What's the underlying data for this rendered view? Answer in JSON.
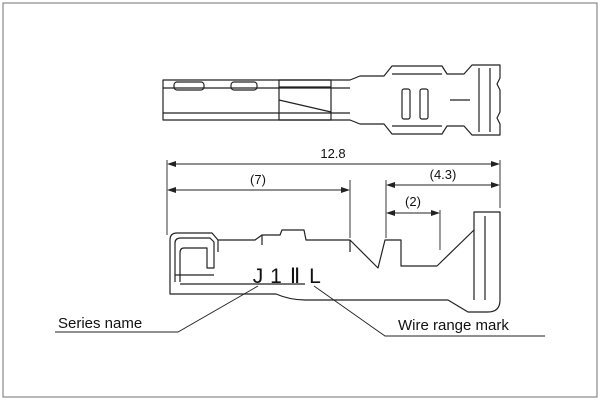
{
  "drawing": {
    "dimensions": {
      "overall": "12.8",
      "left": "(7)",
      "right": "(4.3)",
      "inner": "(2)"
    },
    "markings": [
      "J",
      "1",
      "Ⅱ",
      "L"
    ],
    "callouts": {
      "series": "Series name",
      "wire_range": "Wire range mark"
    },
    "colors": {
      "line": "#222222",
      "border": "#888888"
    }
  }
}
